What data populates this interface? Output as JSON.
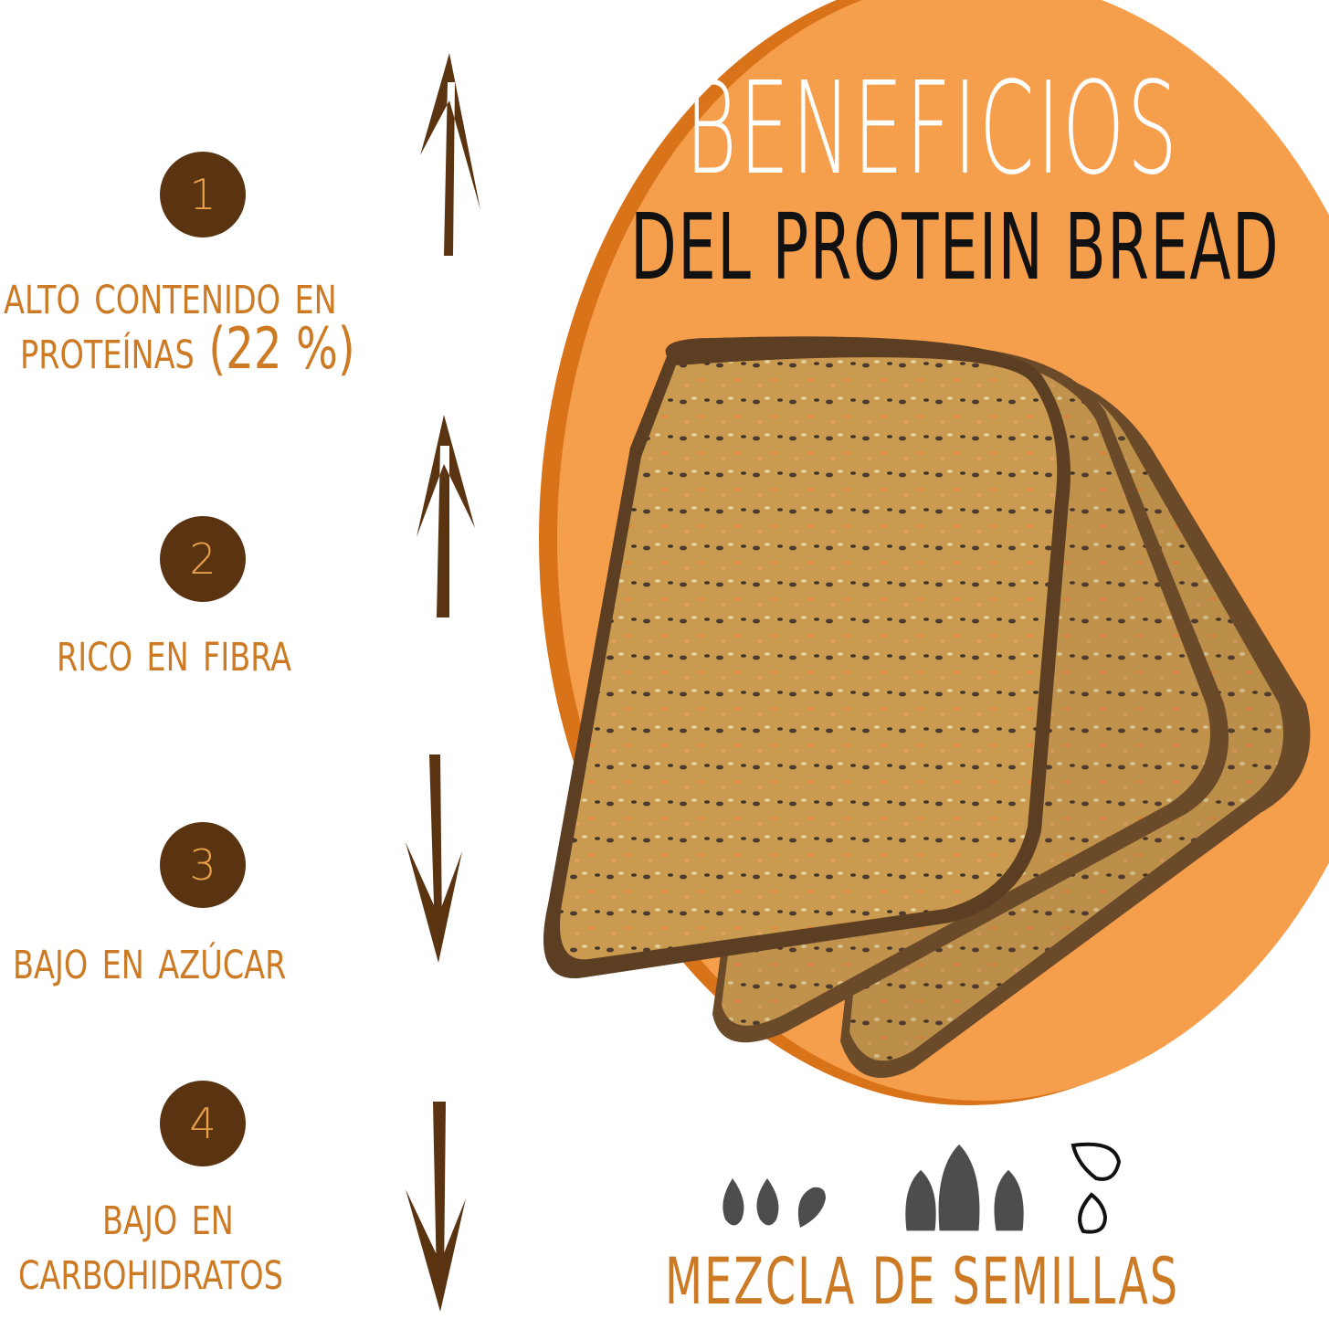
{
  "header": {
    "title_line1": "BENEFICIOS",
    "title_line2": "DEL PROTEIN BREAD"
  },
  "benefits": [
    {
      "number": "1",
      "label_lines": [
        "Alto contenido en",
        "proteínas (22 %)"
      ],
      "arrow": "up"
    },
    {
      "number": "2",
      "label_lines": [
        "Rico en fibra"
      ],
      "arrow": "up"
    },
    {
      "number": "3",
      "label_lines": [
        "Bajo en azúcar"
      ],
      "arrow": "down"
    },
    {
      "number": "4",
      "label_lines": [
        "Bajo en",
        "Carbohidratos"
      ],
      "arrow": "down"
    }
  ],
  "seeds": {
    "caption": "MEZCLA DE SEMILLAS",
    "icons": [
      "flax-seeds-icon",
      "sunflower-seeds-icon",
      "pumpkin-seeds-icon"
    ]
  },
  "colors": {
    "orange": "#f59e4c",
    "brown": "#5a3311",
    "text_orange": "#cd7a24"
  }
}
